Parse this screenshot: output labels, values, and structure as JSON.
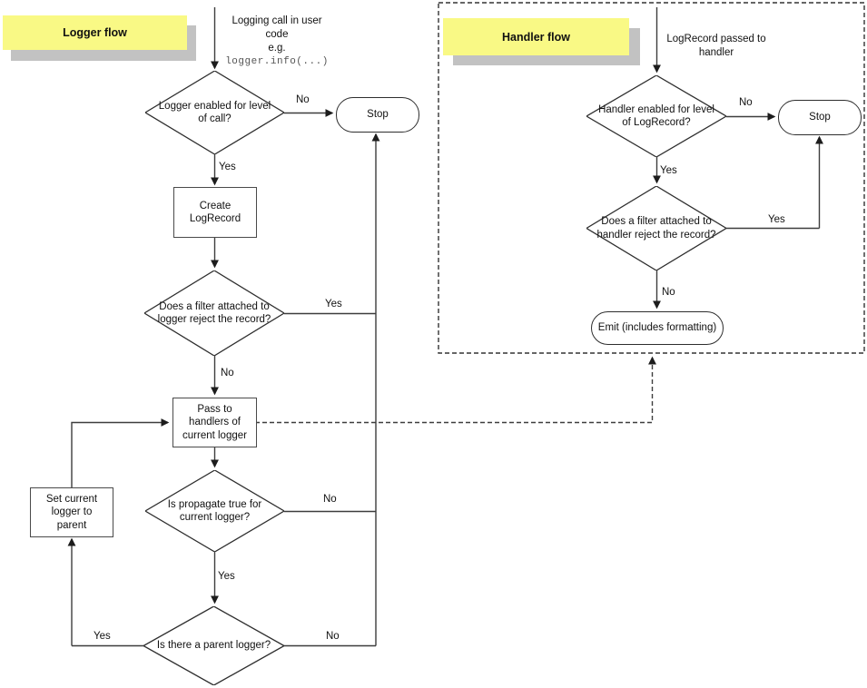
{
  "colors": {
    "title_bg": "#f9f985",
    "title_shadow": "#c2c2c2",
    "line": "#3d3d3d"
  },
  "logger_flow": {
    "title": "Logger flow",
    "entry_label": {
      "text": "Logging call in user code",
      "eg": "e.g.",
      "code": "logger.info(...)"
    },
    "nodes": {
      "logger_enabled": {
        "label": "Logger enabled for level of call?"
      },
      "stop": {
        "label": "Stop"
      },
      "create_logrecord": {
        "label": "Create LogRecord"
      },
      "filter_reject": {
        "label": "Does a filter attached to logger reject the record?"
      },
      "pass_to_handlers": {
        "label": "Pass to handlers of current logger"
      },
      "set_current_logger": {
        "label": "Set current logger to parent"
      },
      "is_propagate": {
        "label": "Is propagate true for current logger?"
      },
      "is_parent": {
        "label": "Is there a parent logger?"
      }
    },
    "edge_labels": {
      "enabled_no": "No",
      "enabled_yes": "Yes",
      "filter_yes": "Yes",
      "filter_no": "No",
      "propagate_no": "No",
      "propagate_yes": "Yes",
      "parent_yes": "Yes",
      "parent_no": "No"
    }
  },
  "handler_flow": {
    "title": "Handler flow",
    "entry_label": {
      "text": "LogRecord passed to handler"
    },
    "nodes": {
      "handler_enabled": {
        "label": "Handler enabled for level of LogRecord?"
      },
      "stop": {
        "label": "Stop"
      },
      "filter_reject": {
        "label": "Does a filter attached to handler reject the record?"
      },
      "emit": {
        "label": "Emit (includes formatting)"
      }
    },
    "edge_labels": {
      "enabled_no": "No",
      "enabled_yes": "Yes",
      "filter_yes": "Yes",
      "filter_no": "No"
    }
  }
}
